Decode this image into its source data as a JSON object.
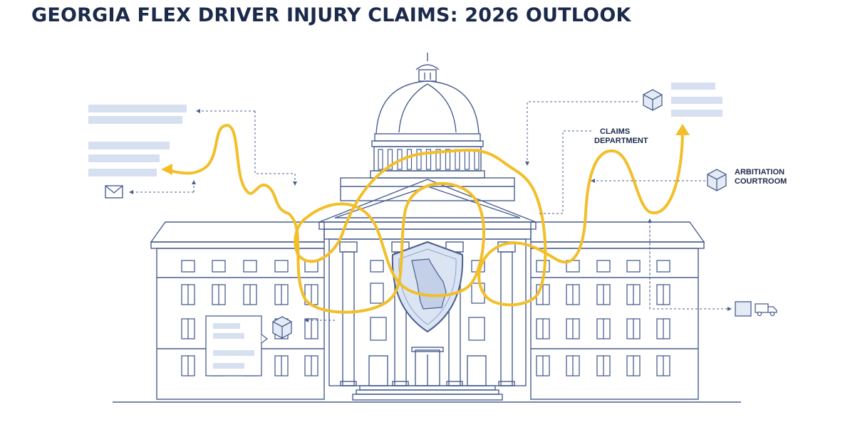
{
  "title": "GEORGIA FLEX DRIVER INJURY CLAIMS: 2026 OUTLOOK",
  "labels": {
    "claims_line1": "CLAIMS",
    "claims_line2": "DEPARTMENT",
    "arbitration_line1": "ARBITIATION",
    "arbitration_line2": "COURTROOM"
  },
  "colors": {
    "ink": "#1b2a4a",
    "line": "#4a5f8f",
    "accent_yellow": "#f2bf2a",
    "placeholder_bar": "#d6e0f0",
    "panel_fill": "#e4ebf6"
  },
  "icons": [
    "mail-icon",
    "cube-icon",
    "truck-icon",
    "georgia-shield-icon"
  ]
}
